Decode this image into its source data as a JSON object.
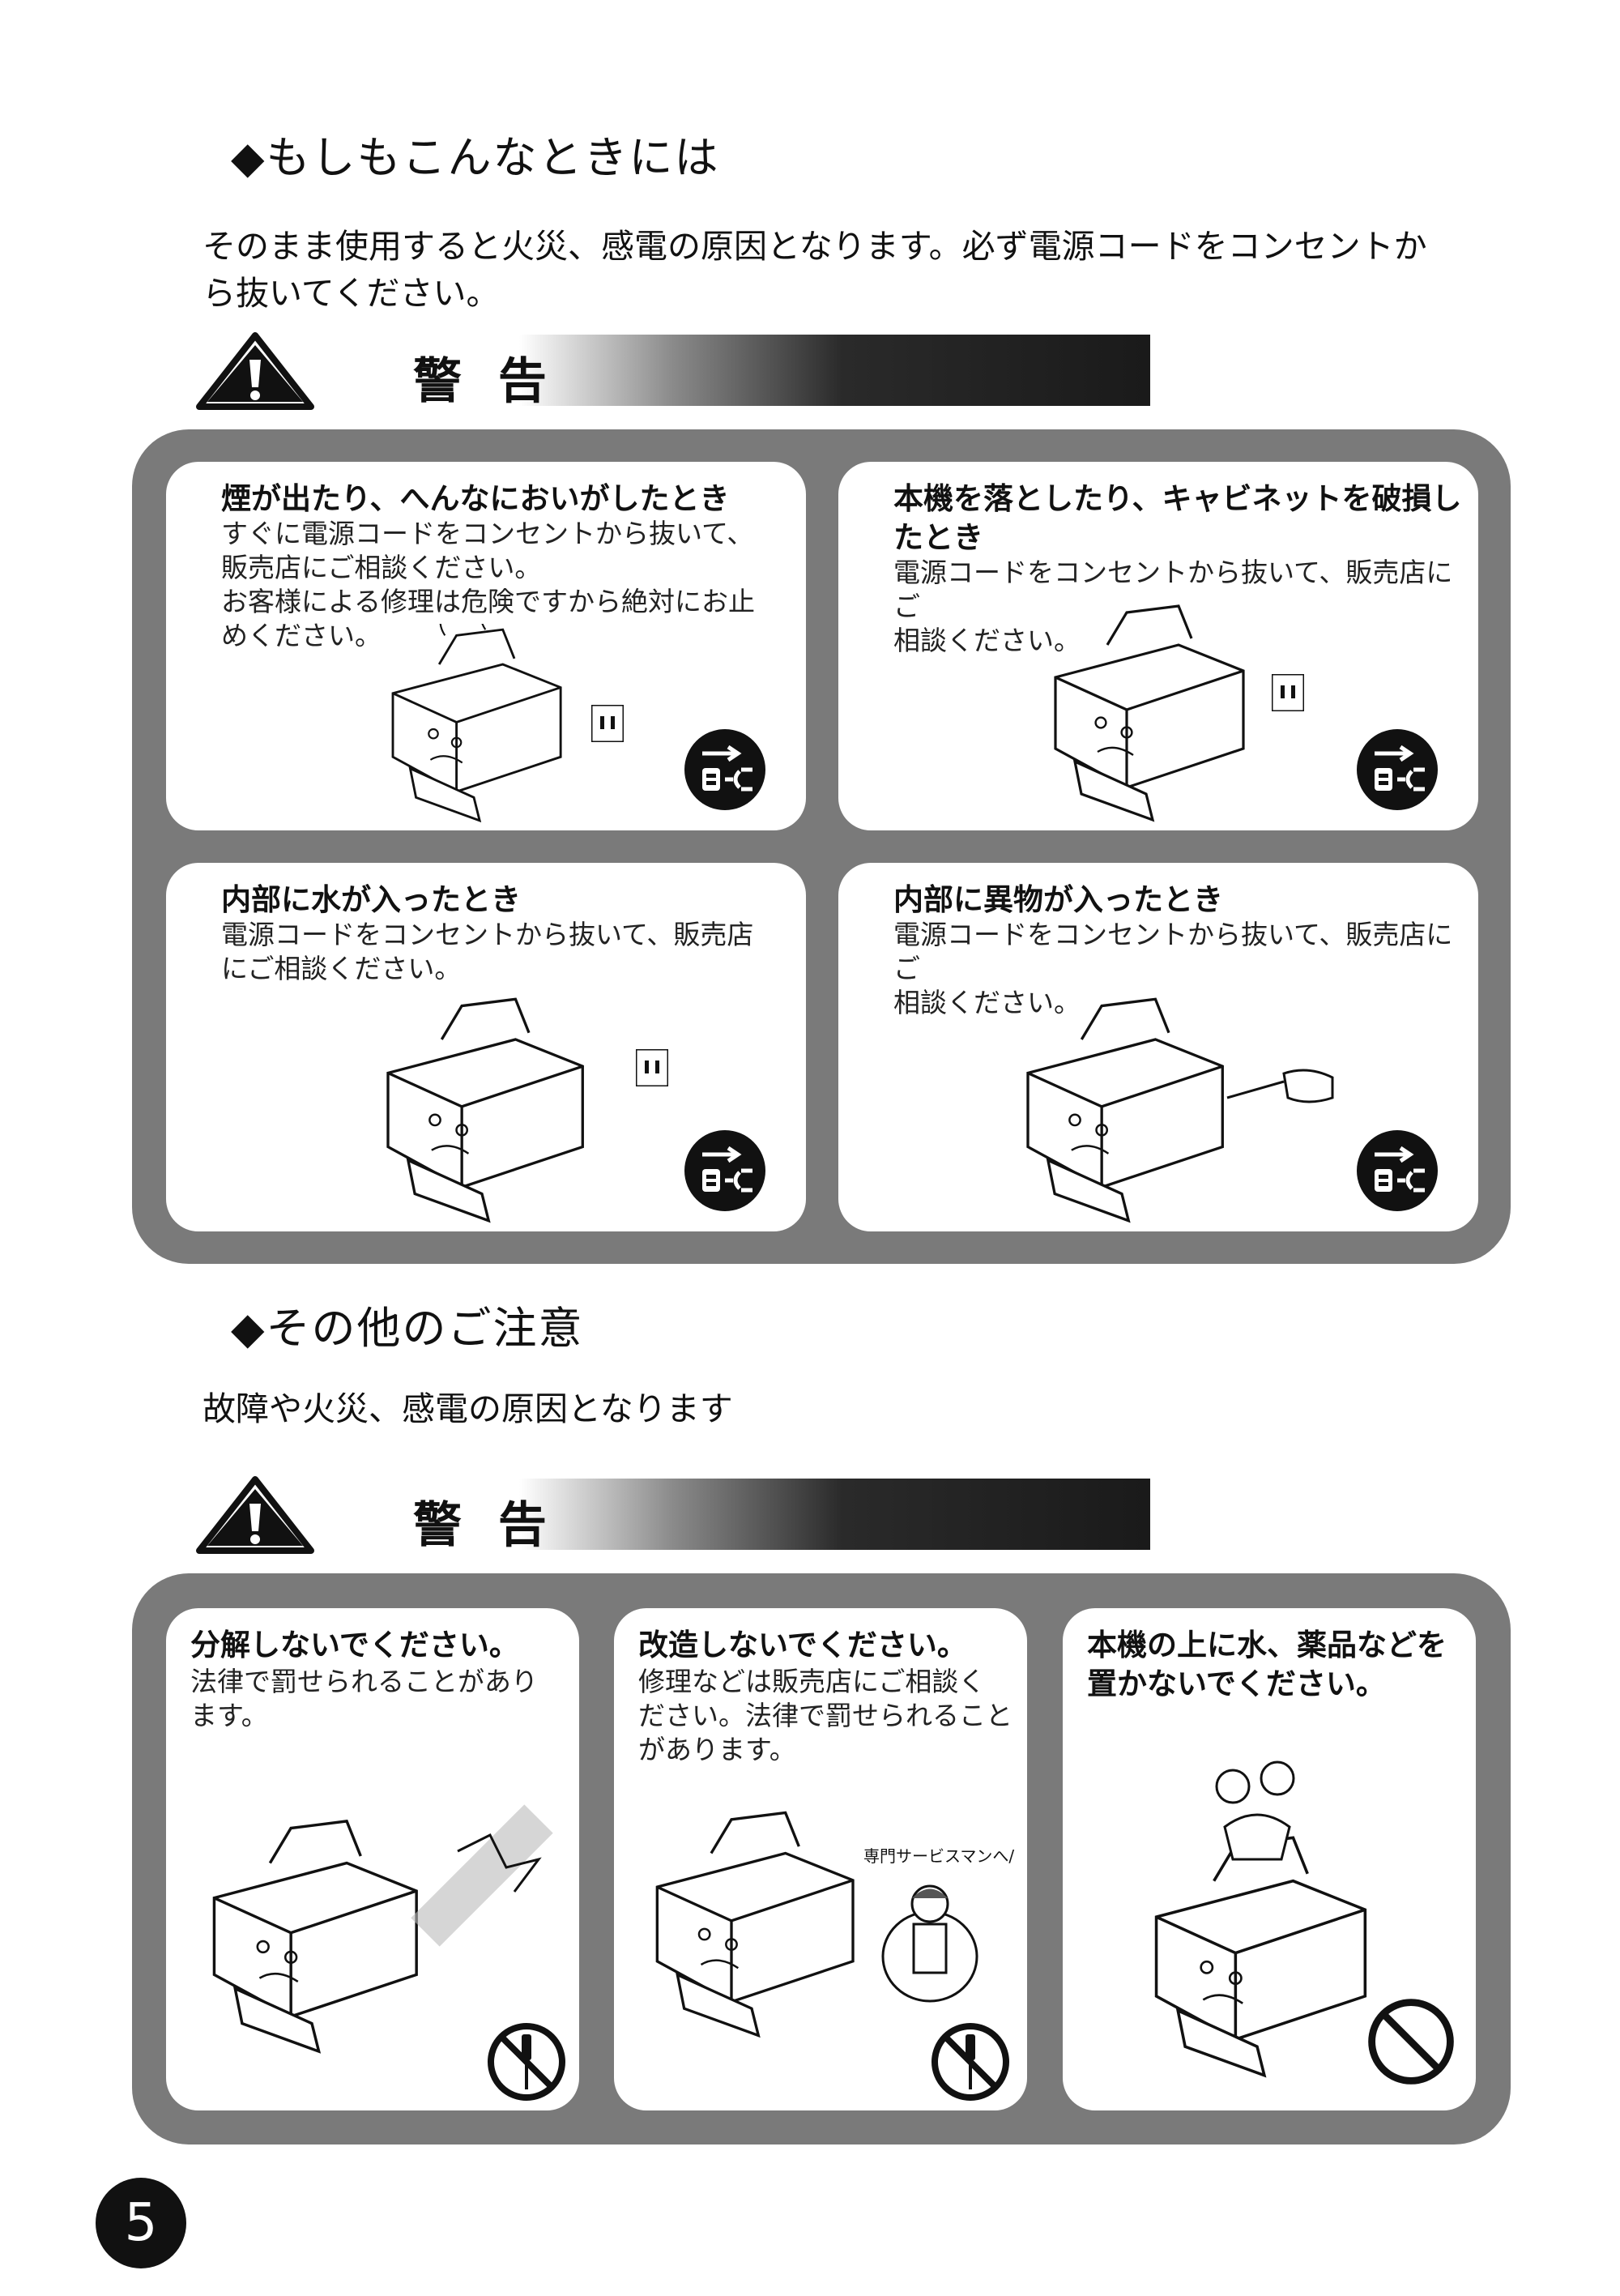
{
  "section1": {
    "title": "◆もしもこんなときには",
    "lead_line1": "そのまま使用すると火災、感電の原因となります。必ず電源コードをコンセントか",
    "lead_line2": "ら抜いてください。",
    "warning_label": "警 告",
    "cards": [
      {
        "title": "煙が出たり、へんなにおいがしたとき",
        "body": [
          "すぐに電源コードをコンセントから抜いて、",
          "販売店にご相談ください。",
          "お客様による修理は危険ですから絶対にお止",
          "めください。"
        ]
      },
      {
        "title": [
          "本機を落としたり、キャビネットを破損し",
          "たとき"
        ],
        "body": [
          "電源コードをコンセントから抜いて、販売店にご",
          "相談ください。"
        ]
      },
      {
        "title": "内部に水が入ったとき",
        "body": [
          "電源コードをコンセントから抜いて、販売店",
          "にご相談ください。"
        ]
      },
      {
        "title": "内部に異物が入ったとき",
        "body": [
          "電源コードをコンセントから抜いて、販売店にご",
          "相談ください。"
        ]
      }
    ]
  },
  "section2": {
    "title": "◆その他のご注意",
    "lead": "故障や火災、感電の原因となります",
    "warning_label": "警 告",
    "cards": [
      {
        "title": "分解しないでください。",
        "body": [
          "法律で罰せられることがあり",
          "ます。"
        ]
      },
      {
        "title": "改造しないでください。",
        "body": [
          "修理などは販売店にご相談く",
          "ださい。法律で罰せられること",
          "があります。"
        ],
        "caption": "専門サービスマンへ/"
      },
      {
        "title": [
          "本機の上に水、薬品などを",
          "置かないでください。"
        ],
        "body": []
      }
    ]
  },
  "page_number": "5",
  "icons": {
    "warning": "warning-triangle-icon",
    "unplug": "unplug-icon",
    "no_disassemble": "no-disassembly-icon",
    "prohibited": "prohibited-icon"
  }
}
